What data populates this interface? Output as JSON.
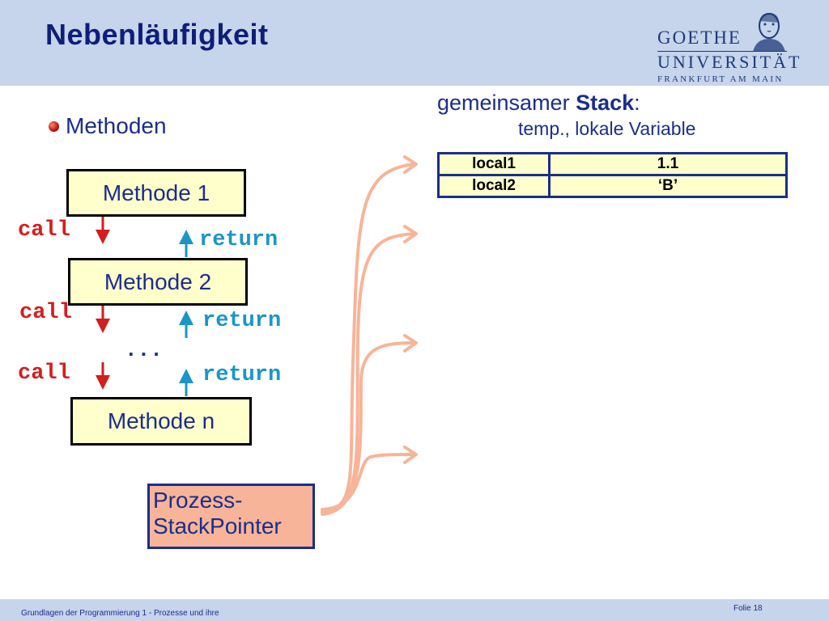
{
  "slide": {
    "title": "Nebenläufigkeit",
    "bullet": "Methoden"
  },
  "logo": {
    "line1": "GOETHE",
    "line2": "UNIVERSITÄT",
    "line3": "FRANKFURT AM MAIN"
  },
  "methods": {
    "m1": "Methode 1",
    "m2": "Methode 2",
    "mn": "Methode n",
    "ellipsis": "..."
  },
  "labels": {
    "call": "call",
    "return": "return"
  },
  "stack": {
    "title_prefix": "gemeinsamer ",
    "title_bold": "Stack",
    "title_suffix": ":",
    "subtitle": "temp., lokale Variable",
    "rows": [
      {
        "name": "local1",
        "value": "1.1"
      },
      {
        "name": "local2",
        "value": "‘B’"
      }
    ]
  },
  "pointer": {
    "line1": "Prozess-",
    "line2": "StackPointer"
  },
  "footer": {
    "left": "Grundlagen der Programmierung 1 - Prozesse und ihre",
    "right": "Folie 18"
  },
  "colors": {
    "header_bg": "#c6d4ec",
    "title": "#0f1e78",
    "method_fill": "#ffffcc",
    "call_arrow": "#d21e1e",
    "return_arrow": "#1a96c8",
    "pointer_fill": "#f8b498",
    "pointer_arrows": "#f8b498"
  }
}
